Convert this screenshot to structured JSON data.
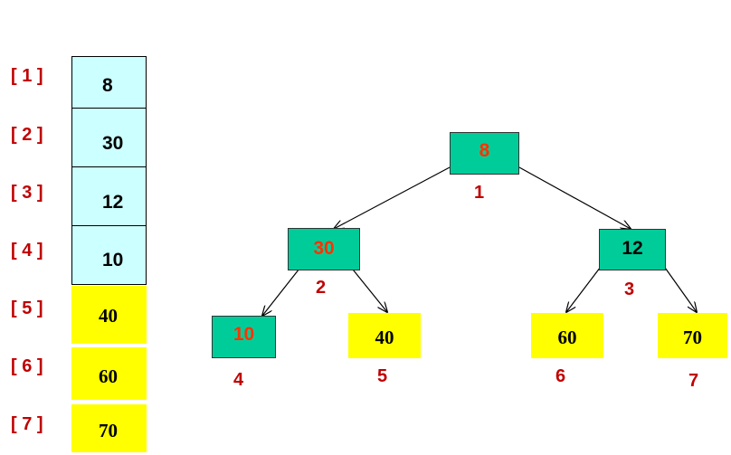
{
  "array": {
    "indices": [
      "[ 1 ]",
      "[ 2 ]",
      "[ 3 ]",
      "[ 4 ]",
      "[ 5 ]",
      "[ 6 ]",
      "[ 7 ]"
    ],
    "values": [
      "8",
      "30",
      "12",
      "10",
      "40",
      "60",
      "70"
    ]
  },
  "tree": {
    "nodes": [
      {
        "value": "8",
        "label": "1"
      },
      {
        "value": "30",
        "label": "2"
      },
      {
        "value": "12",
        "label": "3"
      },
      {
        "value": "10",
        "label": "4"
      },
      {
        "value": "40",
        "label": "5"
      },
      {
        "value": "60",
        "label": "6"
      },
      {
        "value": "70",
        "label": "7"
      }
    ]
  },
  "colors": {
    "array_cell": "#ccffff",
    "tree_node": "#00cc99",
    "highlight": "#ffff00",
    "index_label": "#c00000",
    "node_value_red": "#ff3300"
  }
}
